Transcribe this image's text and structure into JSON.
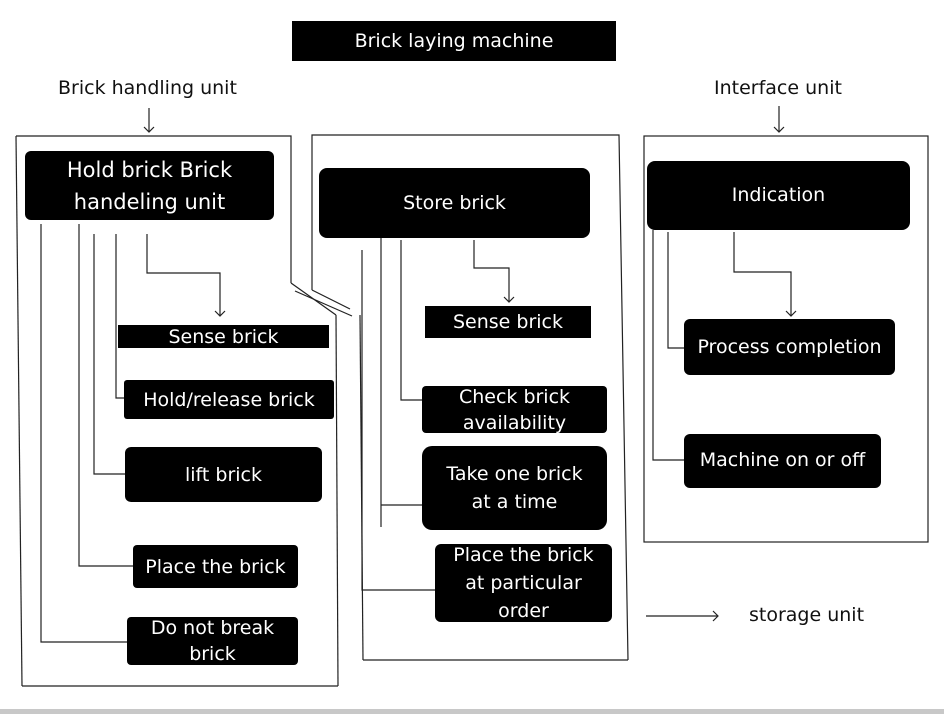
{
  "diagram": {
    "title": "Brick laying machine",
    "labels": {
      "brick_handling": "Brick handling unit",
      "interface": "Interface unit",
      "storage": "storage unit"
    },
    "handling_unit": {
      "main": "Hold brick  Brick\nhandeling unit",
      "items": [
        "Sense brick",
        "Hold/release brick",
        "lift brick",
        "Place the brick",
        "Do not break\nbrick"
      ]
    },
    "storage_unit": {
      "main": "Store brick",
      "items": [
        "Sense brick",
        "Check brick\navailability",
        "Take one brick\nat a time",
        "Place the brick\nat particular\norder"
      ]
    },
    "interface_unit": {
      "main": "Indication",
      "items": [
        "Process completion",
        "Machine on or off"
      ]
    }
  }
}
